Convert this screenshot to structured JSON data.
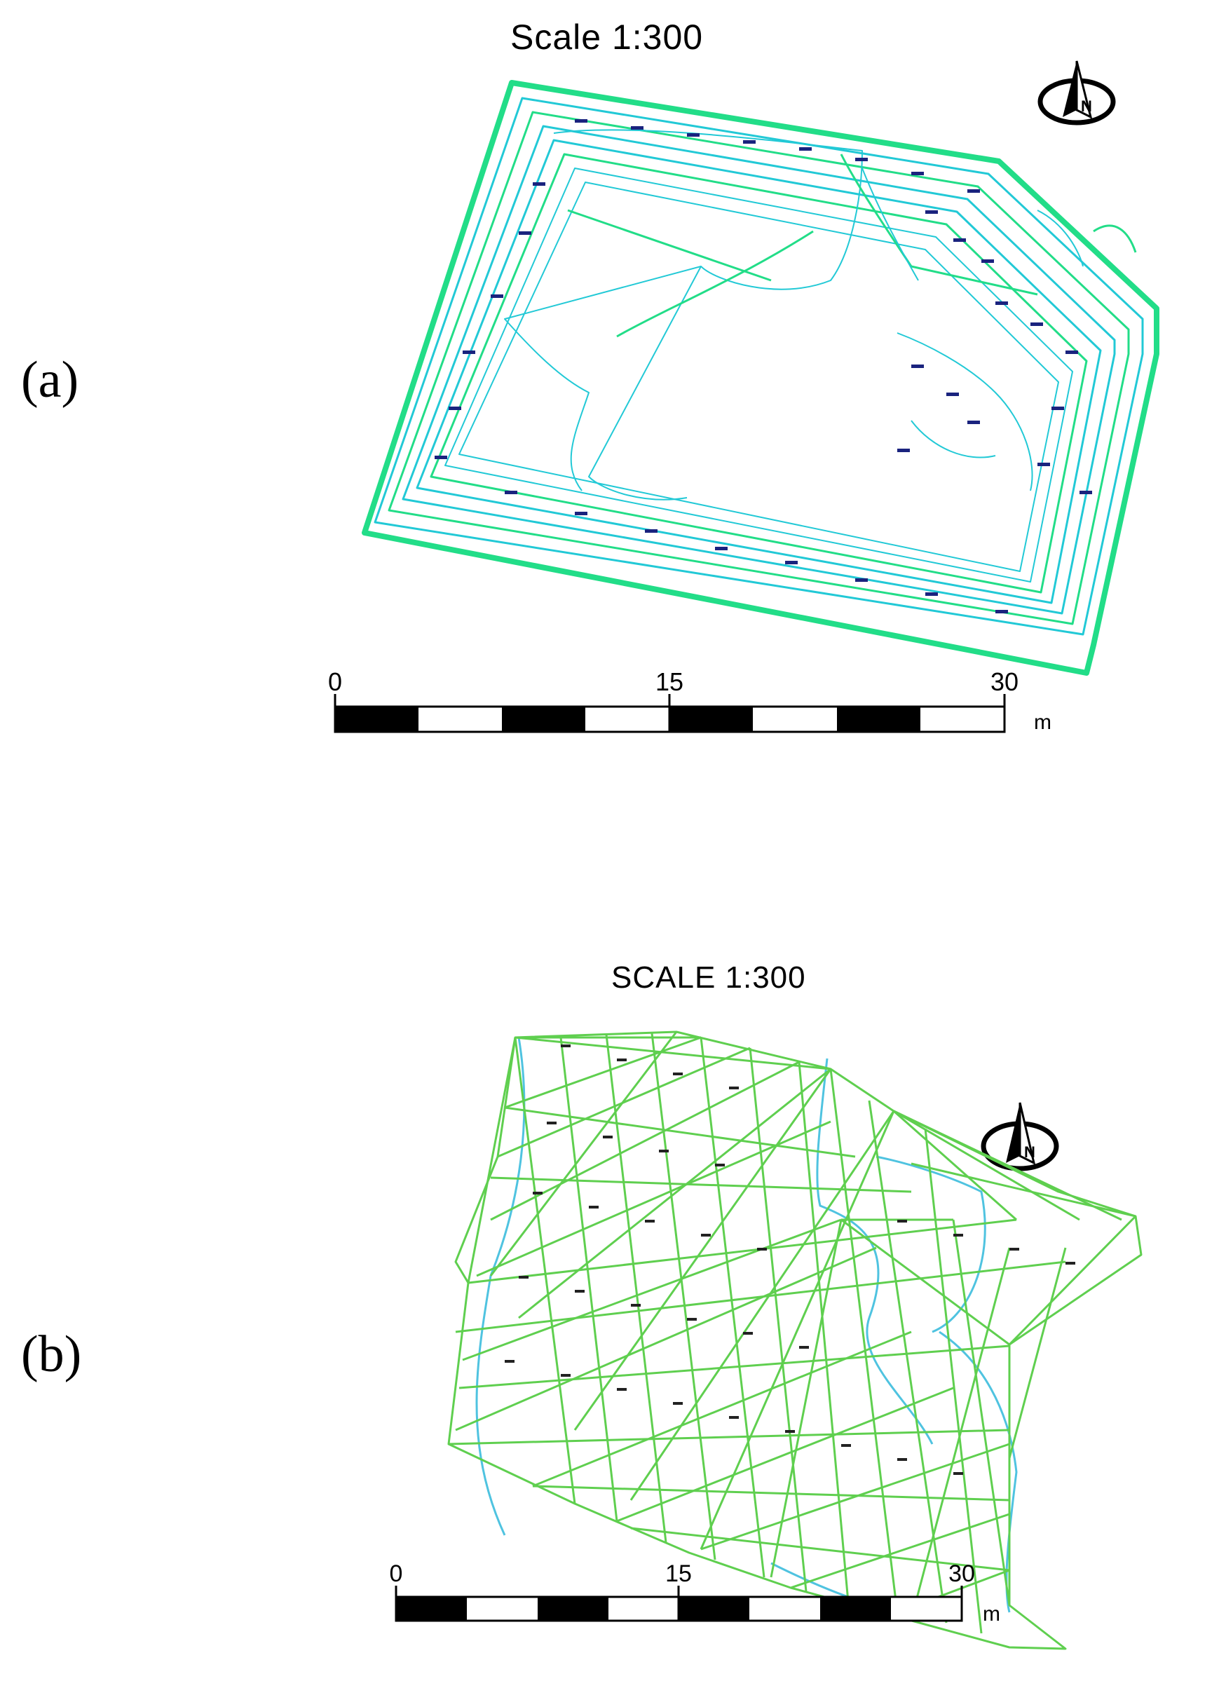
{
  "figure": {
    "panel_a": {
      "label": "(a)",
      "title": "Scale 1:300",
      "scalebar": {
        "ticks": [
          "0",
          "15",
          "30"
        ],
        "unit": "m"
      },
      "colors": {
        "contour_primary": "#22dd88",
        "contour_secondary": "#22c9d6",
        "labels": "#1a237e"
      }
    },
    "panel_b": {
      "label": "(b)",
      "title": "SCALE 1:300",
      "scalebar": {
        "ticks": [
          "0",
          "15",
          "30"
        ],
        "unit": "m"
      },
      "colors": {
        "tin_edges": "#5fcf4f",
        "contours": "#4fc3e0",
        "labels": "#222222"
      }
    },
    "north_arrow": {
      "icon": "north-arrow-icon",
      "letter": "N"
    }
  }
}
